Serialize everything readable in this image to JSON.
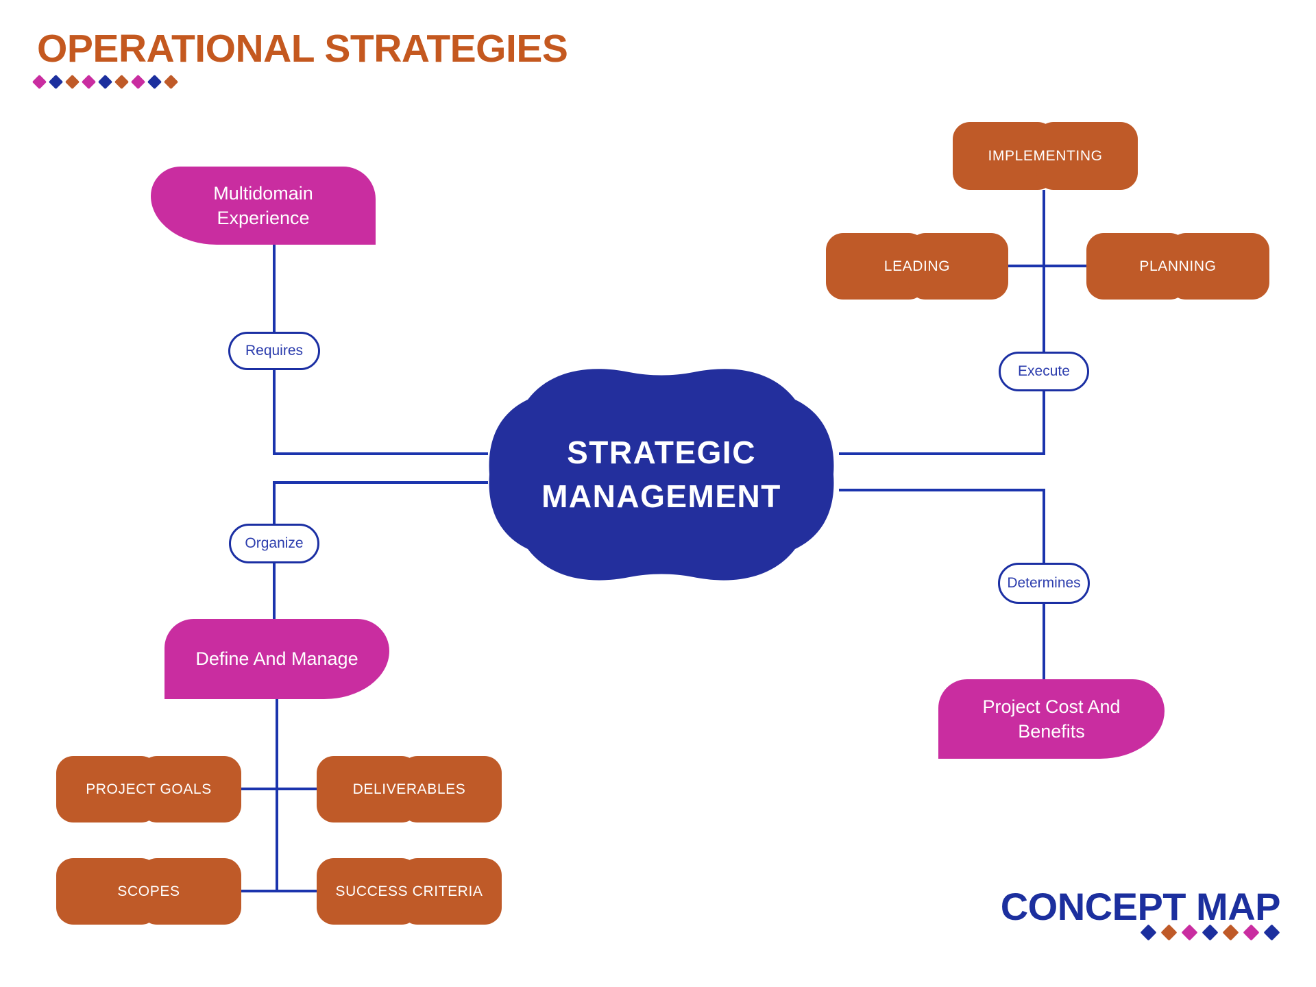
{
  "header": {
    "title": "OPERATIONAL STRATEGIES"
  },
  "footer": {
    "brand": "CONCEPT MAP"
  },
  "palette": {
    "title_orange": "#C4581F",
    "box_orange": "#BF5A28",
    "magenta": "#C92DA0",
    "center_blue": "#232F9D",
    "line_blue": "#1B34AD",
    "brand_blue": "#1C2F9E",
    "white": "#FFFFFF"
  },
  "decor": {
    "title_diamonds": [
      "magenta",
      "blue",
      "orange",
      "magenta",
      "blue",
      "orange",
      "magenta",
      "blue",
      "orange"
    ],
    "footer_diamonds": [
      "blue",
      "orange",
      "magenta",
      "blue",
      "orange",
      "magenta",
      "blue"
    ]
  },
  "nodes": {
    "center": {
      "line1": "STRATEGIC",
      "line2": "MANAGEMENT"
    },
    "multidomain_experience": {
      "label": "Multidomain Experience"
    },
    "define_and_manage": {
      "label": "Define And Manage"
    },
    "project_cost_and_benefits": {
      "label": "Project Cost And Benefits"
    },
    "implementing": {
      "label": "IMPLEMENTING"
    },
    "leading": {
      "label": "LEADING"
    },
    "planning": {
      "label": "PLANNING"
    },
    "project_goals": {
      "label": "PROJECT GOALS"
    },
    "deliverables": {
      "label": "DELIVERABLES"
    },
    "scopes": {
      "label": "SCOPES"
    },
    "success_criteria": {
      "label": "SUCCESS CRITERIA"
    }
  },
  "edges": {
    "requires": {
      "label": "Requires"
    },
    "execute": {
      "label": "Execute"
    },
    "organize": {
      "label": "Organize"
    },
    "determines": {
      "label": "Determines"
    }
  }
}
